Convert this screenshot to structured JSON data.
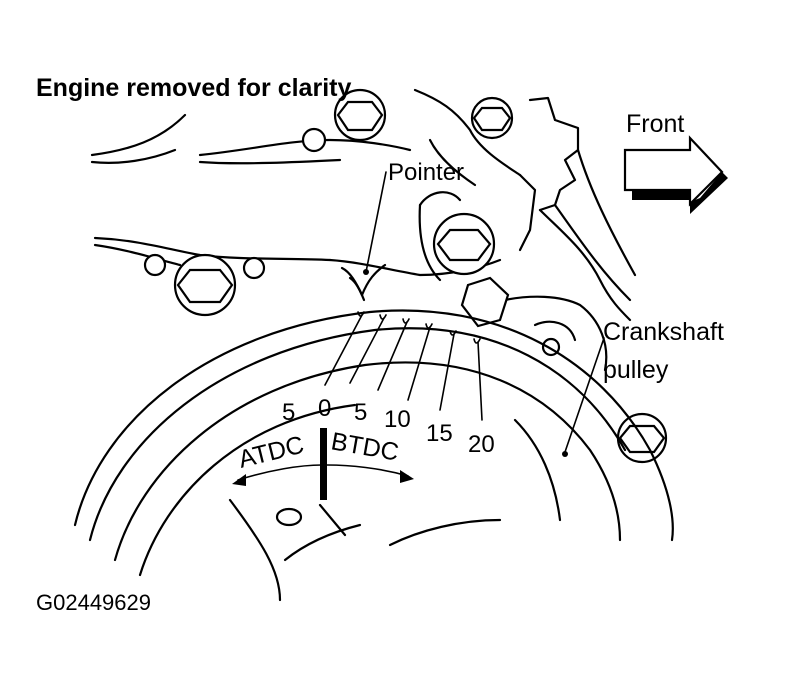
{
  "labels": {
    "title": "Engine removed for clarity",
    "front": "Front",
    "pointer": "Pointer",
    "crankshaft_line1": "Crankshaft",
    "crankshaft_line2": "pulley",
    "atdc": "ATDC",
    "btdc": "BTDC",
    "figure_id": "G02449629"
  },
  "scale": {
    "ticks": [
      "5",
      "0",
      "5",
      "10",
      "15",
      "20"
    ]
  }
}
